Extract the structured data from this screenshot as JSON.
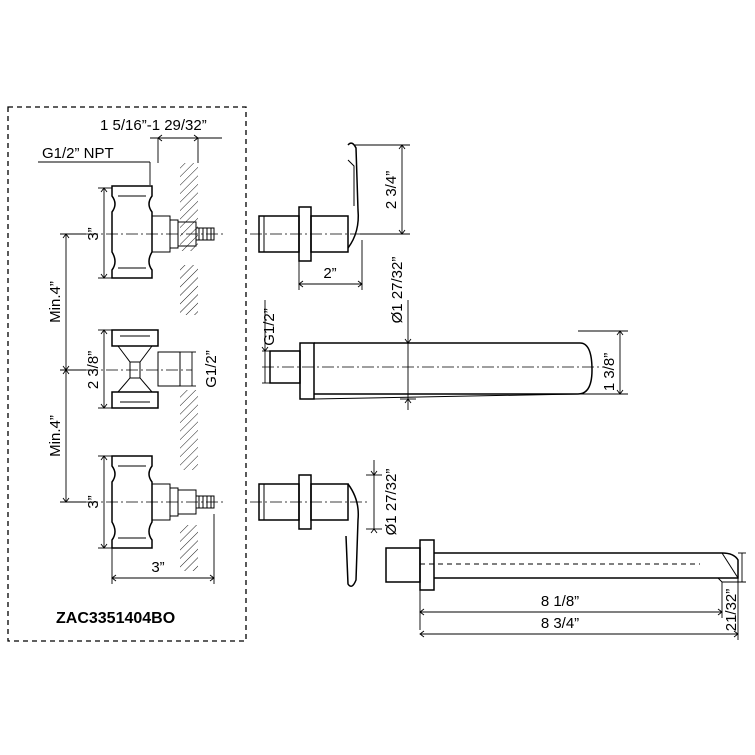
{
  "model_code": "ZAC3351404BO",
  "rough_in": {
    "wall_depth": "1 5/16”-1 29/32”",
    "connection": "G1/2” NPT",
    "valve_spacing_top": "3”",
    "min_top": "Min.4”",
    "diverter_height": "2 3/8”",
    "diverter_thread": "G1/2”",
    "min_bottom": "Min.4”",
    "valve_spacing_bottom": "3”",
    "valve_width": "3”"
  },
  "handle": {
    "height": "2 3/4”",
    "depth": "2”"
  },
  "outlet": {
    "diameter": "Ø1 27/32”",
    "thread": "G1/2”",
    "height": "1 3/8”"
  },
  "spout": {
    "diameter": "Ø1 27/32”",
    "length_inner": "8  1/8”",
    "length_total": "8 3/4”",
    "drop": "21/32”"
  }
}
